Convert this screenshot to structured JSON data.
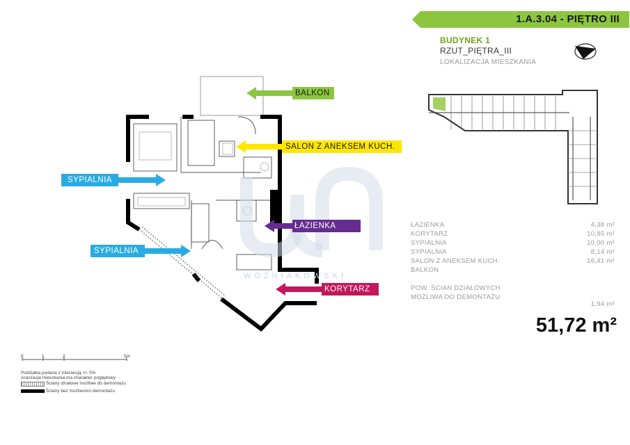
{
  "header": {
    "unit_code": "1.A.3.04 - PIĘTRO III",
    "building": "BUDYNEK 1",
    "floor_plan": "RZUT_PIĘTRA_III",
    "location_label": "LOKALIZACJA MIESZKANIA"
  },
  "labels": {
    "balkon": "BALKON",
    "salon": "SALON Z ANEKSEM KUCH.",
    "sypialnia_1": "SYPIALNIA",
    "lazienka": "ŁAZIENKA",
    "sypialnia_2": "SYPIALNIA",
    "korytarz": "KORYTARZ"
  },
  "rooms": [
    {
      "name": "ŁAZIENKA",
      "area": "4,38 m²"
    },
    {
      "name": "KORYTARZ",
      "area": "10,85 m²"
    },
    {
      "name": "SYPIALNIA",
      "area": "10,00 m²"
    },
    {
      "name": "SYPIALNIA",
      "area": "8,14 m²"
    },
    {
      "name": "SALON Z ANEKSEM KUCH.",
      "area": "16,41 m²"
    },
    {
      "name": "BALKON",
      "area": ""
    }
  ],
  "walls_note": {
    "line1": "POW. ŚCIAN DZIAŁOWYCH",
    "line2": "MOŻLIWA DO DEMONTAŻU",
    "area": "1,94 m²"
  },
  "total_area": "51,72 m²",
  "watermark": "WOŹNIAKOWSKI",
  "legend": {
    "scale": [
      "0",
      "1",
      "2",
      "5m"
    ],
    "note1": "Podziałka podana z tolerancją +/- 5%",
    "note2": "Aranżacja mieszkania ma charakter poglądowy",
    "removable": "Ściany działowe możliwe do demontażu",
    "fixed": "Ściany bez możliwości demontażu"
  },
  "colors": {
    "green": "#8cc63f",
    "yellow": "#ffe600",
    "blue": "#29abe2",
    "purple": "#662d91",
    "magenta": "#c2185b",
    "highlight": "#8cc63f"
  }
}
